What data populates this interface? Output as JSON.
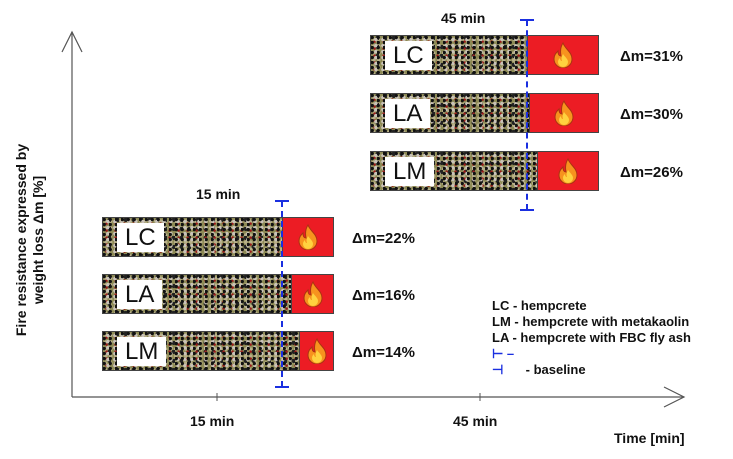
{
  "axes": {
    "y_label_line1": "Fire resistance expressed by",
    "y_label_line2": "weight loss Δm [%]",
    "x_label": "Time [min]",
    "x_ticks": [
      "15 min",
      "45 min"
    ]
  },
  "groups": [
    {
      "time_label": "15 min",
      "bars": [
        {
          "label": "LC",
          "dm": "Δm=22%"
        },
        {
          "label": "LA",
          "dm": "Δm=16%"
        },
        {
          "label": "LM",
          "dm": "Δm=14%"
        }
      ]
    },
    {
      "time_label": "45 min",
      "bars": [
        {
          "label": "LC",
          "dm": "Δm=31%"
        },
        {
          "label": "LA",
          "dm": "Δm=30%"
        },
        {
          "label": "LM",
          "dm": "Δm=26%"
        }
      ]
    }
  ],
  "legend": [
    "LC - hempcrete",
    "LM - hempcrete with metakaolin",
    "LA - hempcrete with FBC fly ash"
  ],
  "legend_baseline": "- baseline",
  "colors": {
    "fire": "#ec1c24",
    "baseline": "#1a2fe0"
  },
  "icons": {
    "fire": "fire-icon"
  }
}
